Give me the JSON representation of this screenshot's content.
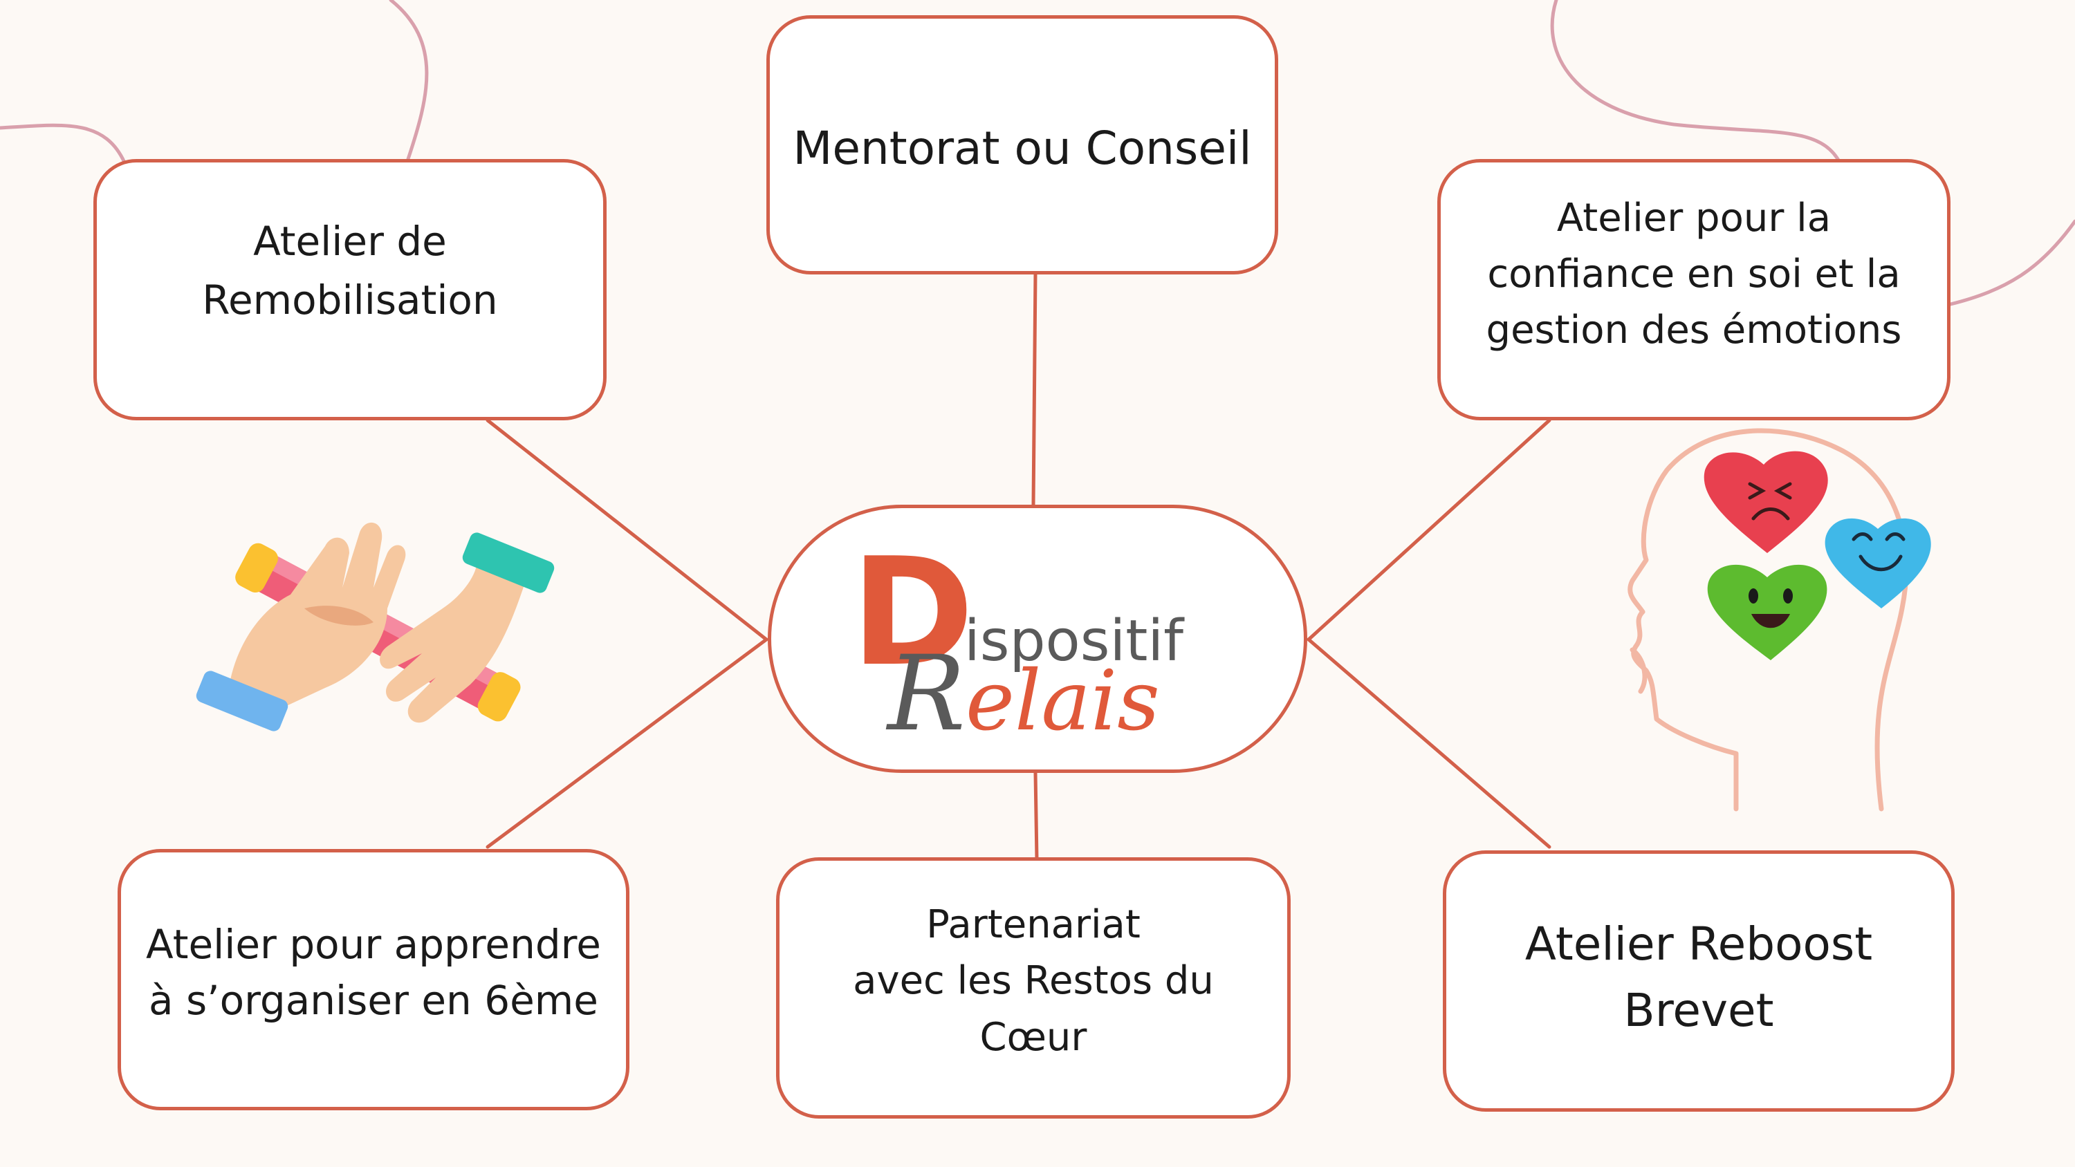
{
  "center": {
    "logo_letter_d": "D",
    "logo_word_1": "ispositif",
    "logo_word_2": "Relais"
  },
  "nodes": {
    "mentorat": "Mentorat ou Conseil",
    "remobilisation": "Atelier de\nRemobilisation",
    "confiance": "Atelier pour la\nconfiance en soi et la\ngestion des émotions",
    "organiser": "Atelier pour apprendre\nà s’organiser en 6ème",
    "restos": "Partenariat\navec les Restos du\nCœur",
    "reboost": "Atelier Reboost\nBrevet"
  },
  "icons": {
    "baton": "relay-baton-hands-icon",
    "head": "head-with-emotion-hearts-icon"
  },
  "colors": {
    "accent": "#d3604a",
    "background": "#fdf9f5",
    "decor_line": "#d9a0ac",
    "logo_orange": "#e0593a",
    "logo_gray": "#5a5a5a"
  }
}
